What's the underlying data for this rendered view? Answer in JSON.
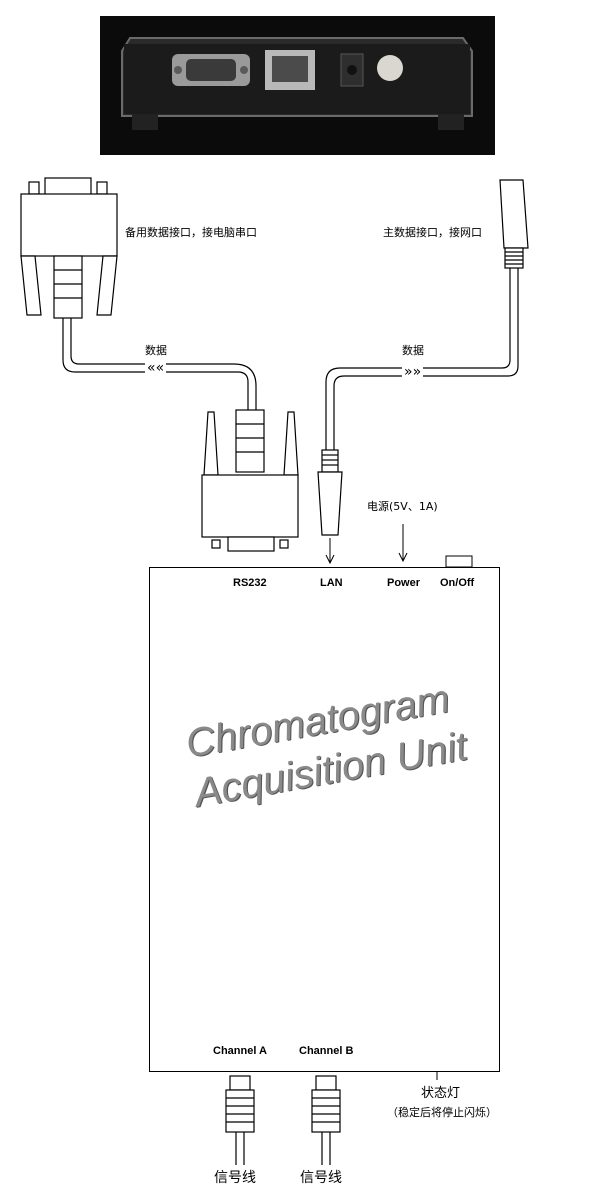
{
  "labels": {
    "backup_port": "备用数据接口，接电脑串口",
    "main_port": "主数据接口，接网口",
    "data_left": "数据",
    "data_right": "数据",
    "power_supply": "电源(5V、1A)",
    "status_light": "状态灯",
    "status_note": "（稳定后将停止闪烁）",
    "signal_line_a": "信号线",
    "signal_line_b": "信号线"
  },
  "ports": {
    "rs232": "RS232",
    "lan": "LAN",
    "power": "Power",
    "onoff": "On/Off",
    "channel_a": "Channel A",
    "channel_b": "Channel B"
  },
  "device": {
    "title_line1": "Chromatogram",
    "title_line2": "Acquisition Unit"
  },
  "icons": {
    "arrow_left": "««",
    "arrow_right": "»»"
  }
}
